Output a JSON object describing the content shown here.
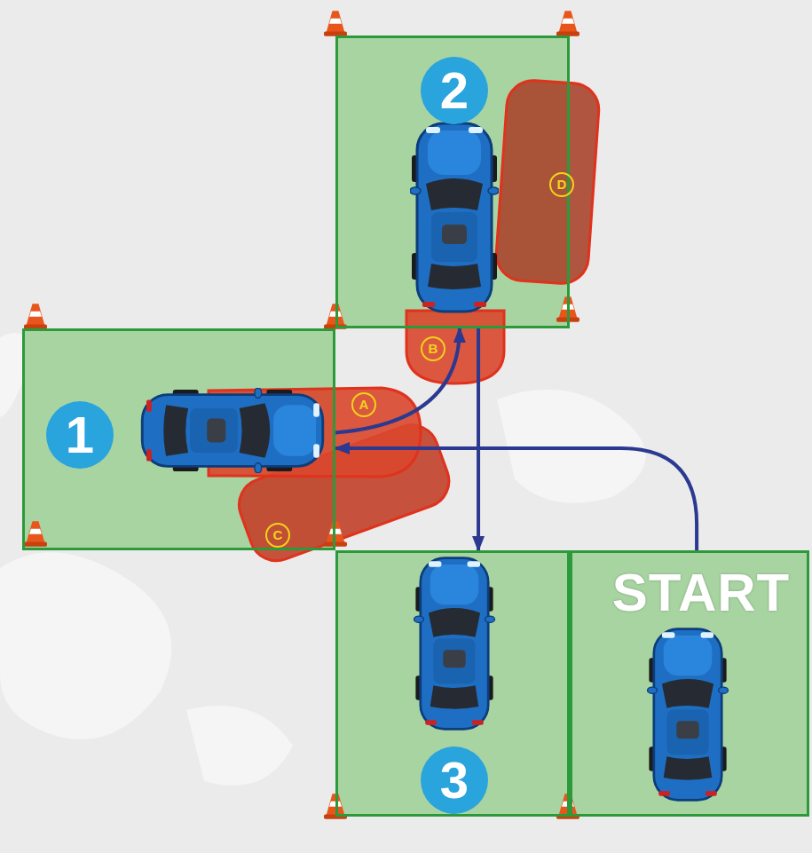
{
  "diagram": {
    "nodes": [
      {
        "text": [
          "2"
        ]
      },
      {
        "text": [
          "1"
        ]
      },
      {
        "text": [
          "3"
        ]
      },
      {
        "text": [
          "START"
        ]
      }
    ],
    "edges": [
      {
        "from": 3,
        "to": 1,
        "arrow": "to"
      },
      {
        "from": 1,
        "to": 0,
        "arrow": "to"
      },
      {
        "from": 0,
        "to": 2,
        "arrow": "to"
      }
    ],
    "labels": [
      "A",
      "B",
      "C",
      "D"
    ]
  }
}
